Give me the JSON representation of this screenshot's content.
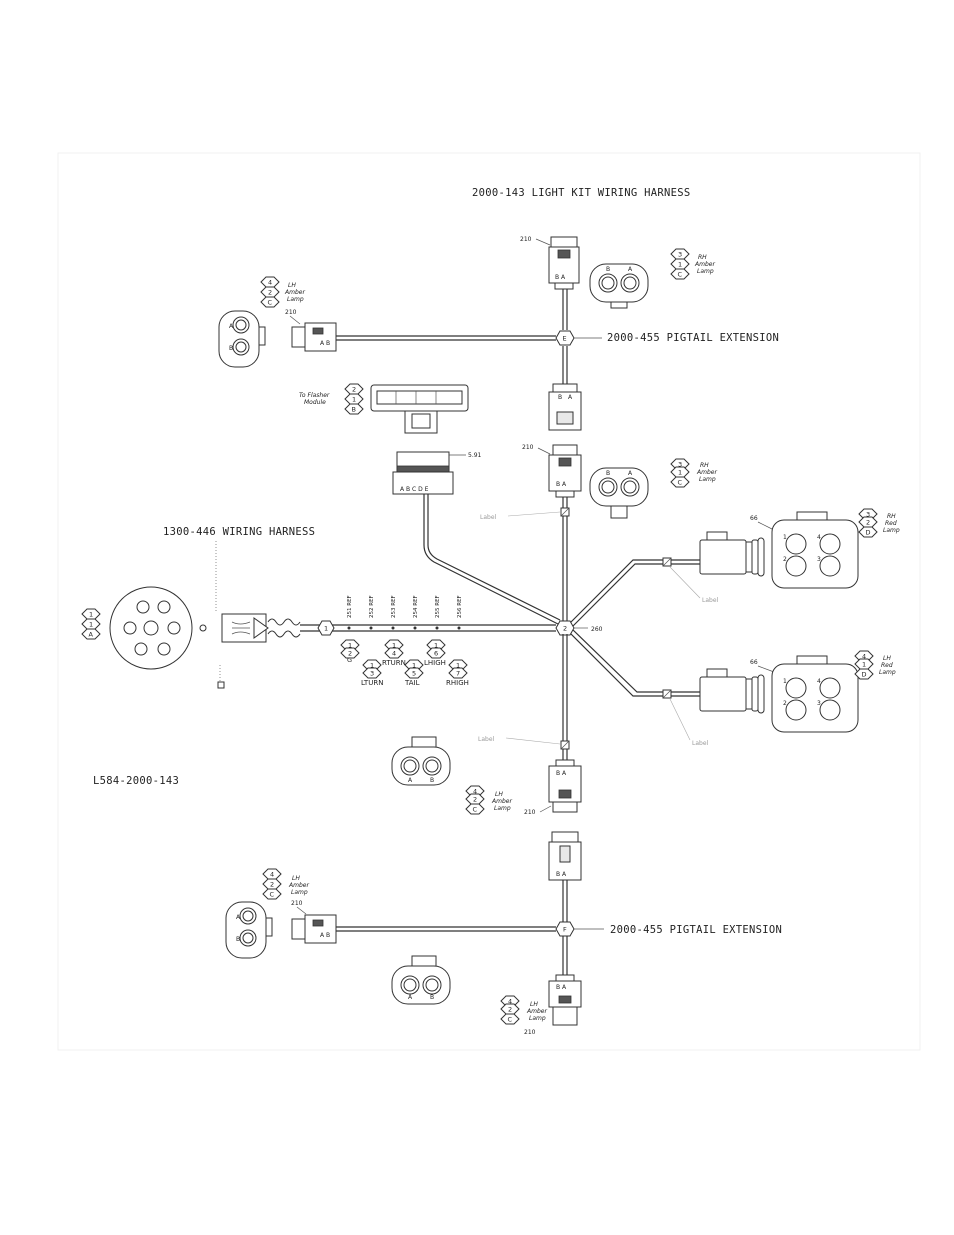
{
  "title": "2000-143 LIGHT KIT WIRING HARNESS",
  "pigtail_top": "2000-455 PIGTAIL EXTENSION",
  "pigtail_bottom": "2000-455 PIGTAIL EXTENSION",
  "main_harness": "1300-446 WIRING HARNESS",
  "drawing_number": "L584-2000-143",
  "to_flasher": [
    "To Flasher",
    "Module"
  ],
  "refs": {
    "r210": "210",
    "r591": "5.91",
    "r66": "66",
    "r260": "260"
  },
  "circuit_labels": [
    "LTURN",
    "RTURN",
    "TAIL",
    "LHIGH",
    "RHIGH"
  ],
  "wire_refs": [
    "251 REF",
    "252 REF",
    "253 REF",
    "254 REF",
    "255 REF",
    "256 REF"
  ],
  "lamps": {
    "lh_amber": [
      "LH",
      "Amber",
      "Lamp"
    ],
    "rh_amber": [
      "RH",
      "Amber",
      "Lamp"
    ],
    "rh_red": [
      "RH",
      "Red",
      "Lamp"
    ],
    "lh_red": [
      "LH",
      "Red",
      "Lamp"
    ]
  },
  "label_gray": "Label",
  "nodes": {
    "n_e": "E",
    "n_f": "F",
    "n_1": "1",
    "n_2": "2"
  }
}
